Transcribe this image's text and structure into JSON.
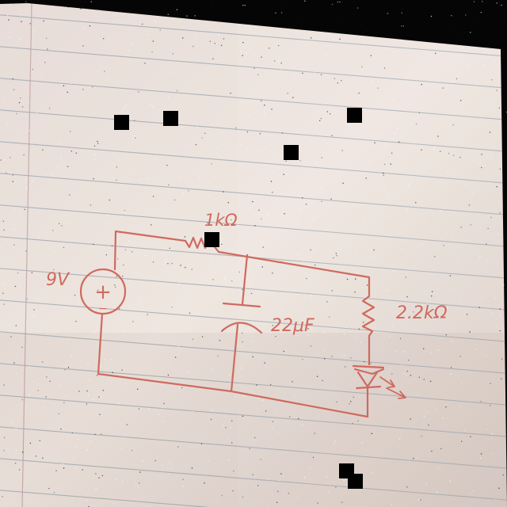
{
  "circuit": {
    "source_label": "9V",
    "source_plus": "+",
    "source_minus": "−",
    "r1_label": "1kΩ",
    "r2_label": "2.2kΩ",
    "c1_label": "22μF"
  },
  "colors": {
    "ink": "#cf6a5e",
    "paper": "#ede3de",
    "rule_lines": "#9aa3ad",
    "margin_line": "#c0a0a6",
    "redaction": "#000000",
    "background": "#050505"
  }
}
